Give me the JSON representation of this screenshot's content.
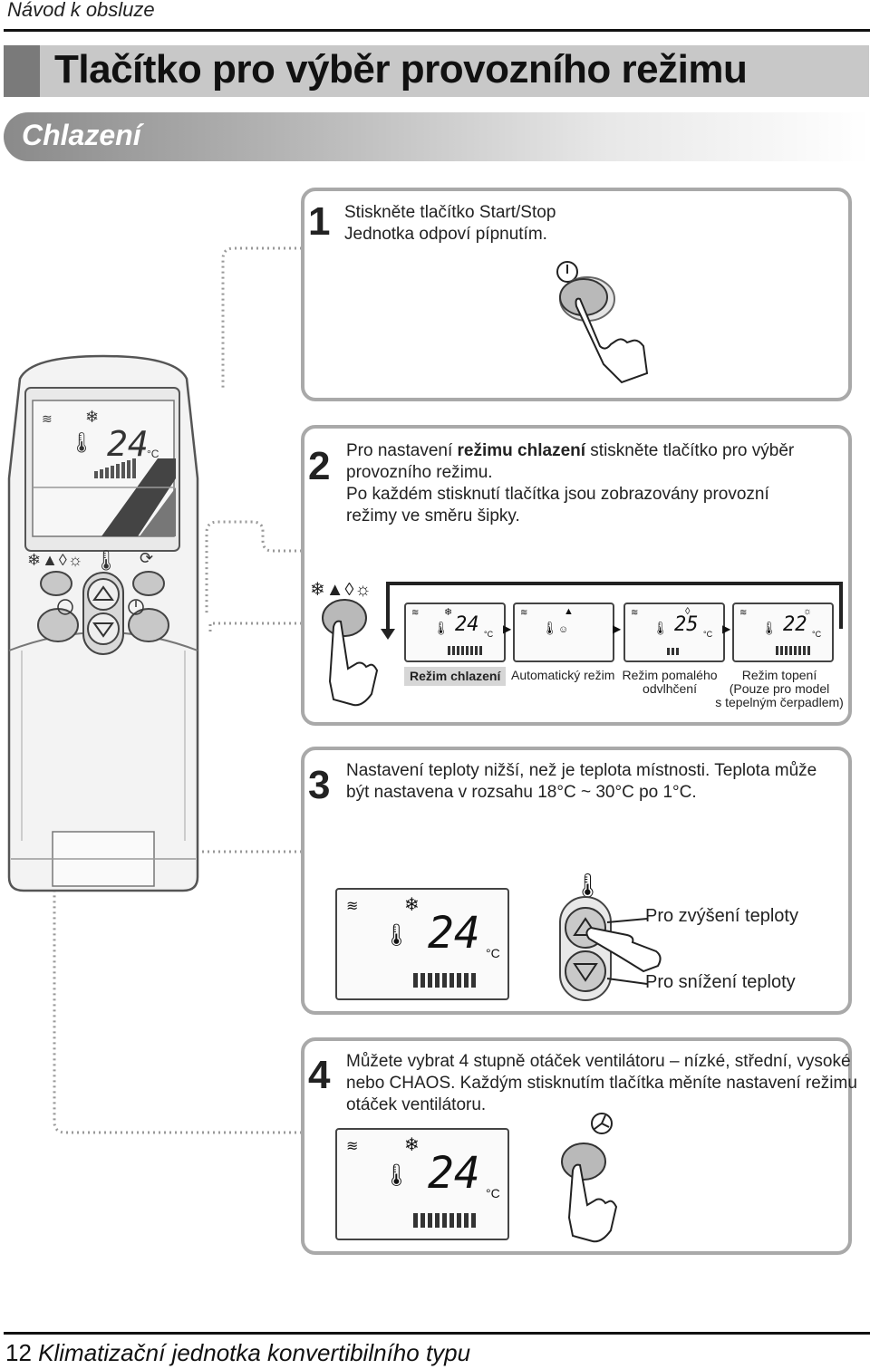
{
  "header": {
    "note": "Návod k obsluze",
    "title": "Tlačítko pro výběr provozního režimu",
    "subtitle": "Chlazení"
  },
  "steps": [
    {
      "number": "1",
      "lines": [
        "Stiskněte tlačítko Start/Stop",
        "Jednotka odpoví pípnutím."
      ]
    },
    {
      "number": "2",
      "lines_html": [
        "Pro nastavení ",
        "režimu chlazení",
        " stiskněte tlačítko pro výběr"
      ],
      "lines": [
        "provozního režimu.",
        "Po každém stisknutí tlačítka jsou zobrazovány provozní",
        "režimy ve směru šipky."
      ]
    },
    {
      "number": "3",
      "lines": [
        "Nastavení teploty nižší, než je teplota místnosti. Teplota může",
        "být nastavena v rozsahu 18°C ~ 30°C po 1°C."
      ]
    },
    {
      "number": "4",
      "lines": [
        "Můžete vybrat 4 stupně otáček ventilátoru – nízké, střední, vysoké",
        "nebo CHAOS. Každým stisknutím tlačítka měníte nastavení režimu",
        "otáček ventilátoru."
      ]
    }
  ],
  "modes": [
    {
      "label": "Režim chlazení",
      "temp": "24",
      "unit": "°C",
      "active": true
    },
    {
      "label": "Automatický režim",
      "temp": "",
      "unit": "",
      "active": false
    },
    {
      "label": "Režim pomalého odvlhčení",
      "line1": "Režim pomalého",
      "line2": "odvlhčení",
      "temp": "25",
      "unit": "°C",
      "active": false
    },
    {
      "label": "Režim topení",
      "line1": "Režim topení",
      "line2": "(Pouze pro model",
      "line3": "s tepelným čerpadlem)",
      "temp": "22",
      "unit": "°C",
      "active": false
    }
  ],
  "displays": {
    "remote_temp": "24",
    "step3_temp": "24",
    "step4_temp": "24",
    "unit": "°C"
  },
  "step3_labels": {
    "up": "Pro zvýšení teploty",
    "down": "Pro snížení teploty"
  },
  "footer": {
    "page": "12",
    "title": "Klimatizační jednotka konvertibilního typu"
  },
  "icons": [
    "snowflake-icon",
    "signal-icon",
    "thermometer-icon",
    "power-icon",
    "fan-icon",
    "up-arrow-icon",
    "down-arrow-icon",
    "hand-icon",
    "swing-icon",
    "auto-icon",
    "drop-icon",
    "sun-icon"
  ]
}
